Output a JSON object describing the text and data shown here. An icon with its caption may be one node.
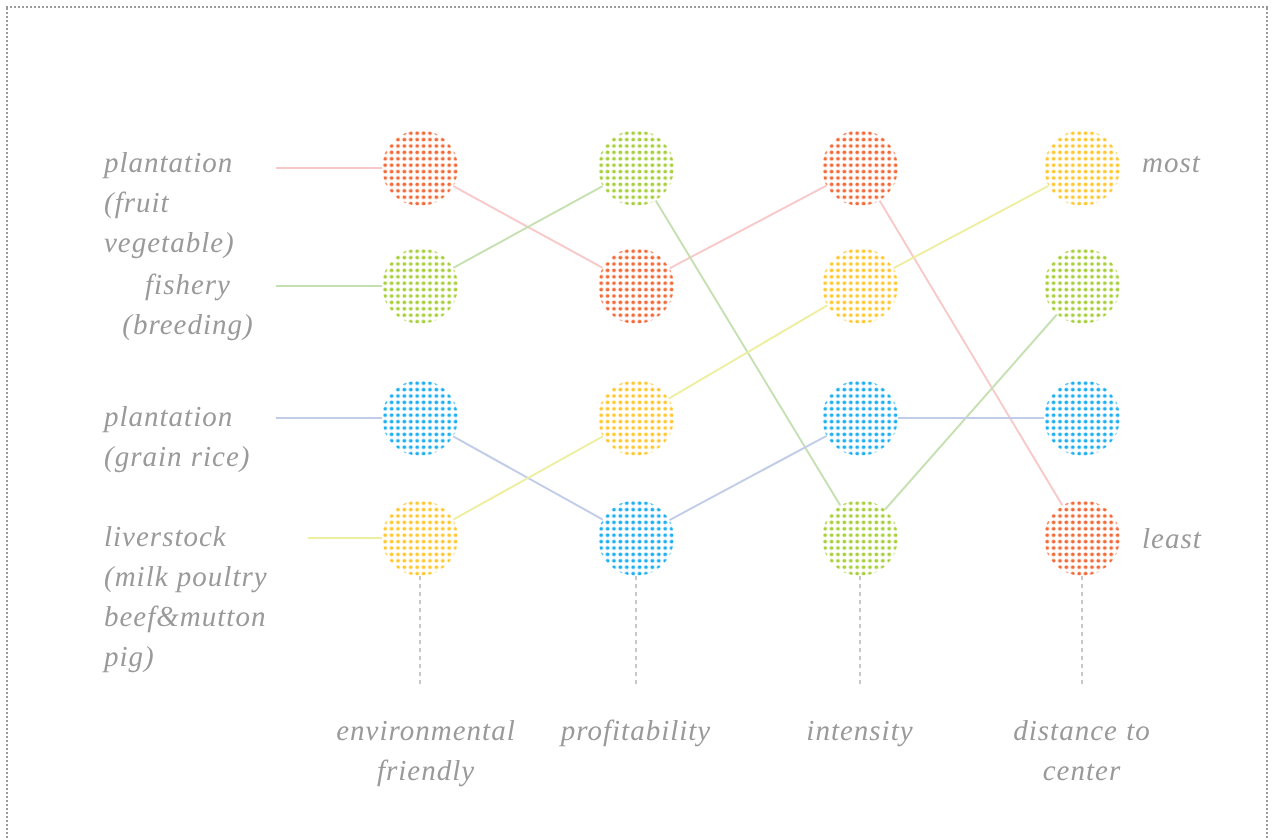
{
  "diagram": {
    "nodes": [
      {
        "text": [
          "plantation",
          "(fruit vegetable)"
        ]
      },
      {
        "text": [
          "fishery",
          "(breeding)"
        ]
      },
      {
        "text": [
          "plantation",
          "(grain rice)"
        ]
      },
      {
        "text": [
          "liverstock",
          "(milk poultry beef&mutton pig)"
        ]
      },
      {
        "text": [],
        "shape": "circle"
      },
      {
        "text": [],
        "shape": "circle"
      },
      {
        "text": [],
        "shape": "circle"
      },
      {
        "text": [],
        "shape": "circle"
      },
      {
        "text": [],
        "shape": "circle"
      },
      {
        "text": [],
        "shape": "circle"
      },
      {
        "text": [],
        "shape": "circle"
      },
      {
        "text": [],
        "shape": "circle"
      },
      {
        "text": [],
        "shape": "circle"
      },
      {
        "text": [],
        "shape": "circle"
      },
      {
        "text": [],
        "shape": "circle"
      },
      {
        "text": [],
        "shape": "circle"
      },
      {
        "text": [],
        "shape": "circle"
      },
      {
        "text": [],
        "shape": "circle"
      },
      {
        "text": [],
        "shape": "circle"
      },
      {
        "text": [],
        "shape": "circle"
      },
      {
        "text": [
          "environmental friendly"
        ]
      },
      {
        "text": [
          "profitability"
        ]
      },
      {
        "text": [
          "intensity"
        ]
      },
      {
        "text": [
          "distance to center"
        ]
      }
    ],
    "edges": [
      {
        "from": 0,
        "to": 4,
        "arrow": "none",
        "color": "#f8c8c8"
      },
      {
        "from": 1,
        "to": 5,
        "arrow": "none",
        "color": "#c5e0b0"
      },
      {
        "from": 2,
        "to": 6,
        "arrow": "none",
        "color": "#c0cce8"
      },
      {
        "from": 3,
        "to": 7,
        "arrow": "none",
        "color": "#eeeea0"
      },
      {
        "from": 4,
        "to": 9,
        "arrow": "none",
        "color": "#f8c8c8"
      },
      {
        "from": 9,
        "to": 12,
        "arrow": "none",
        "color": "#f8c8c8"
      },
      {
        "from": 12,
        "to": 19,
        "arrow": "none",
        "color": "#f8c8c8"
      },
      {
        "from": 5,
        "to": 8,
        "arrow": "none",
        "color": "#c5e0b0"
      },
      {
        "from": 8,
        "to": 15,
        "arrow": "none",
        "color": "#c5e0b0"
      },
      {
        "from": 15,
        "to": 17,
        "arrow": "none",
        "color": "#c5e0b0"
      },
      {
        "from": 6,
        "to": 11,
        "arrow": "none",
        "color": "#c0cce8"
      },
      {
        "from": 11,
        "to": 14,
        "arrow": "none",
        "color": "#c0cce8"
      },
      {
        "from": 14,
        "to": 18,
        "arrow": "none",
        "color": "#c0cce8"
      },
      {
        "from": 7,
        "to": 10,
        "arrow": "none",
        "color": "#eeeea0"
      },
      {
        "from": 10,
        "to": 13,
        "arrow": "none",
        "color": "#eeeea0"
      },
      {
        "from": 13,
        "to": 16,
        "arrow": "none",
        "color": "#eeeea0"
      },
      {
        "from": 7,
        "to": 20,
        "arrow": "none",
        "style": "dashed"
      },
      {
        "from": 11,
        "to": 21,
        "arrow": "none",
        "style": "dashed"
      },
      {
        "from": 15,
        "to": 22,
        "arrow": "none",
        "style": "dashed"
      },
      {
        "from": 19,
        "to": 23,
        "arrow": "none",
        "style": "dashed"
      }
    ],
    "labels": [
      "most",
      "least"
    ]
  }
}
